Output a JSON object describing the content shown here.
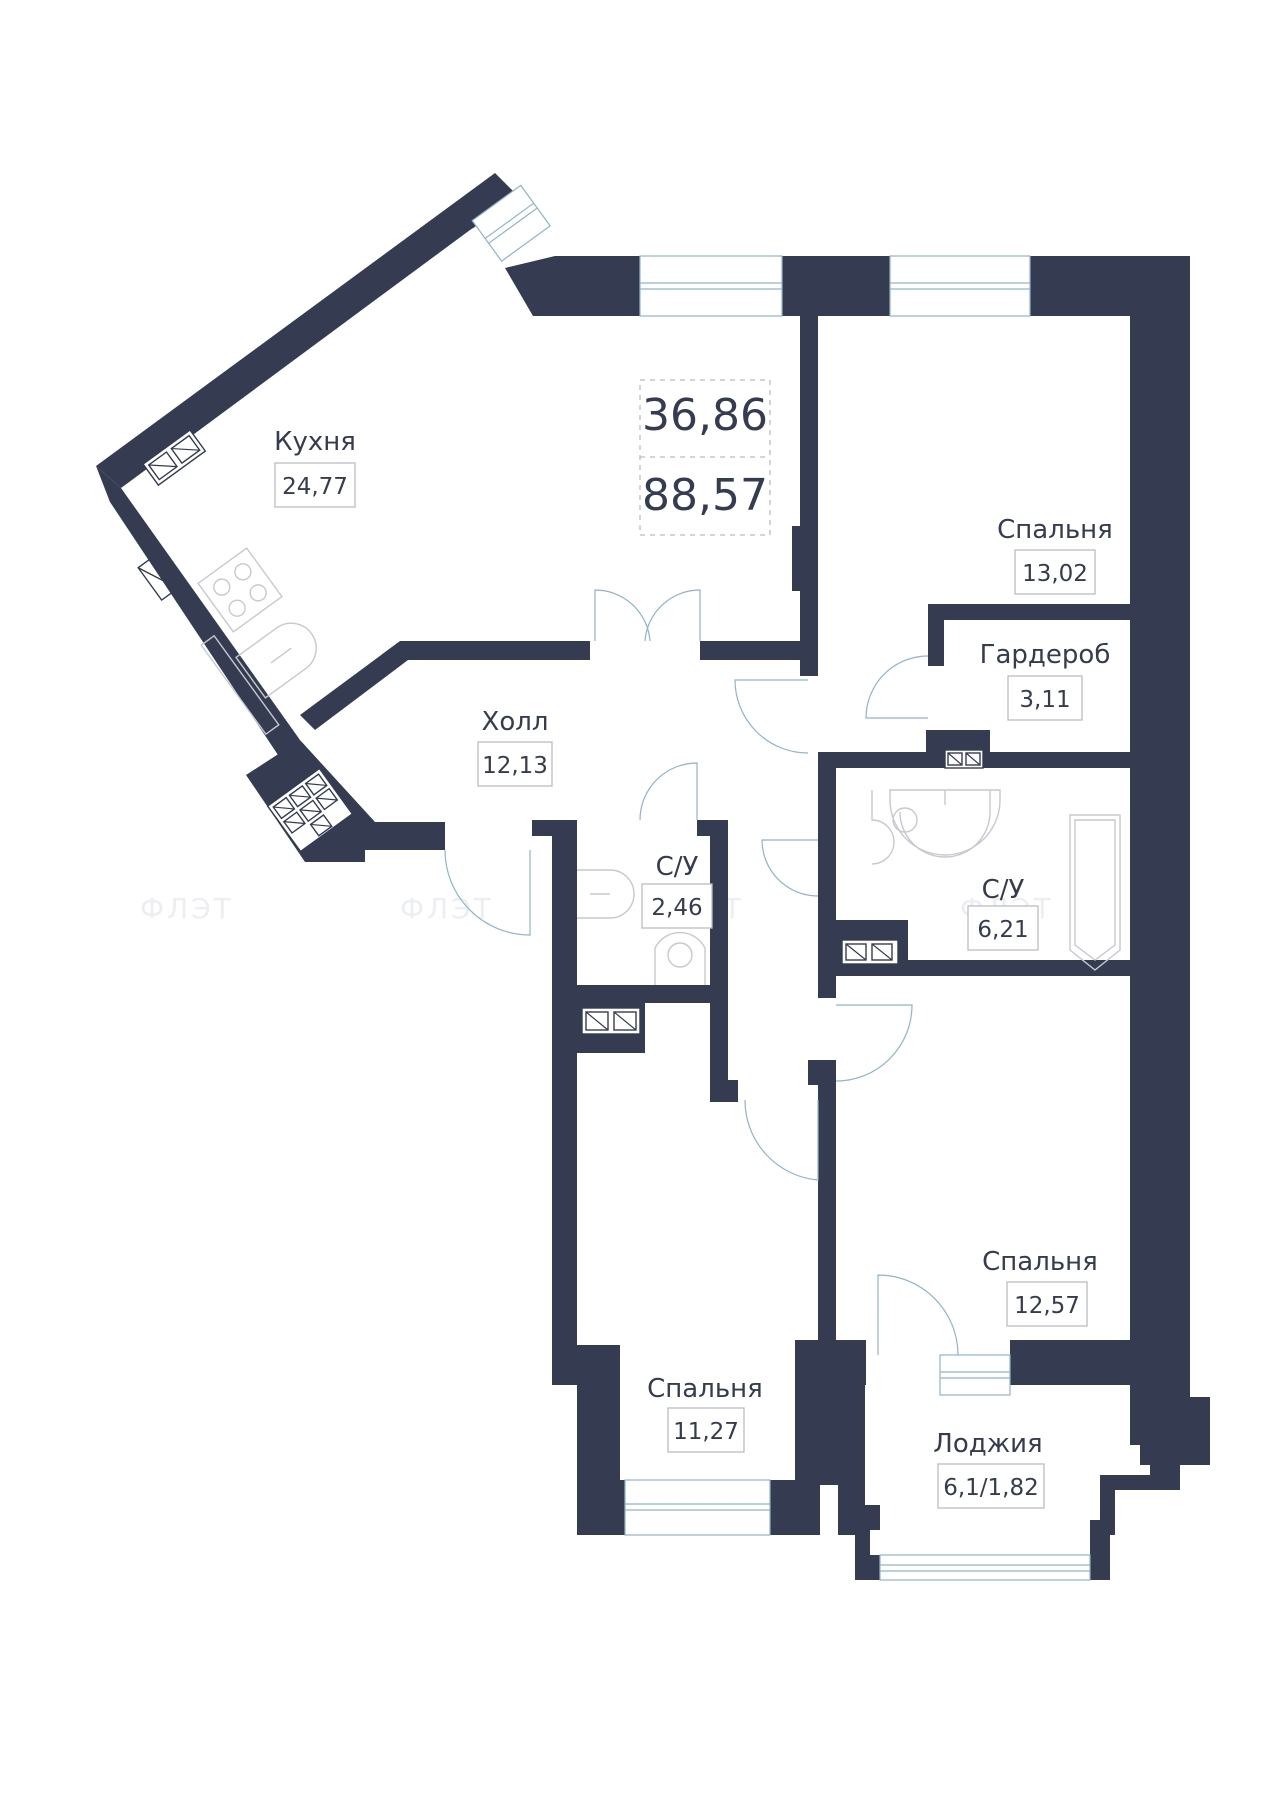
{
  "summary": {
    "living_area": "36,86",
    "total_area": "88,57"
  },
  "rooms": [
    {
      "name": "Кухня",
      "area": "24,77"
    },
    {
      "name": "Спальня",
      "area": "13,02"
    },
    {
      "name": "Гардероб",
      "area": "3,11"
    },
    {
      "name": "Холл",
      "area": "12,13"
    },
    {
      "name": "С/У",
      "area": "2,46"
    },
    {
      "name": "С/У",
      "area": "6,21"
    },
    {
      "name": "Спальня",
      "area": "12,57"
    },
    {
      "name": "Спальня",
      "area": "11,27"
    },
    {
      "name": "Лоджия",
      "area": "6,1/1,82"
    }
  ],
  "watermark": "ФЛЭТ",
  "colors": {
    "wall": "#353c52",
    "window": "#8fb4c9",
    "fixture": "#c6c9d0",
    "background": "#ffffff"
  }
}
